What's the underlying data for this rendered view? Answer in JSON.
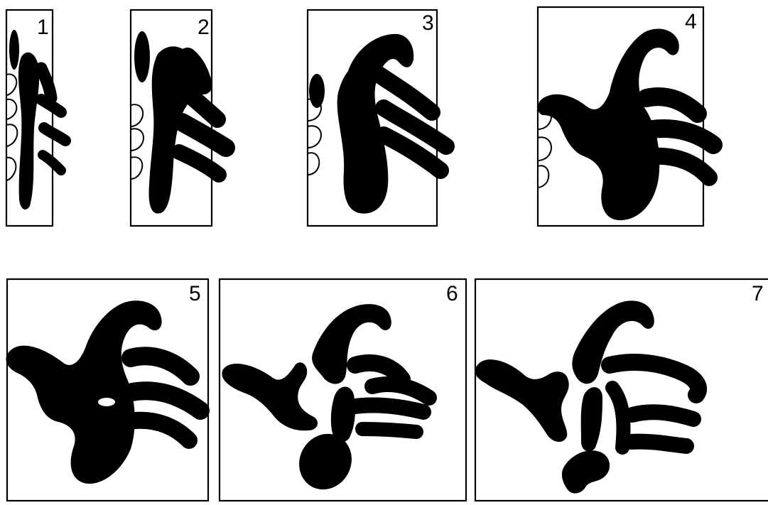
{
  "figure": {
    "panels": [
      {
        "label": "1"
      },
      {
        "label": "2"
      },
      {
        "label": "3"
      },
      {
        "label": "4"
      },
      {
        "label": "5"
      },
      {
        "label": "6"
      },
      {
        "label": "7"
      }
    ]
  }
}
